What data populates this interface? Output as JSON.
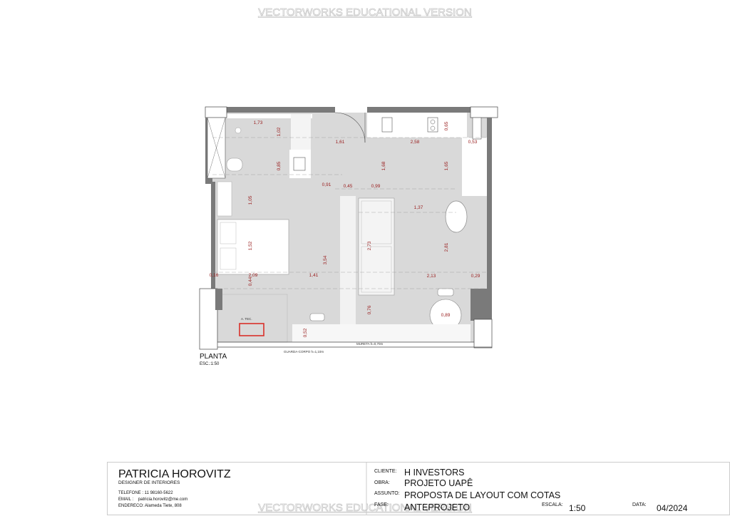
{
  "watermark": "VECTORWORKS EDUCATIONAL VERSION",
  "drawing": {
    "title": "PLANTA",
    "scale_note": "ESC.:1:50",
    "room_label": "A. TEC.",
    "mureta_note": "MURETA h=0,70m",
    "guarda_corpo_note": "GUARDA-CORPO h=1,10m",
    "dimensions": [
      "1,73",
      "1,02",
      "1,61",
      "2,58",
      "0,53",
      "0,65",
      "0,85",
      "1,68",
      "1,65",
      "0,91",
      "0,45",
      "0,99",
      "1,05",
      "1,37",
      "1,52",
      "3,54",
      "2,73",
      "2,81",
      "0,16",
      "2,09",
      "0,44",
      "1,41",
      "2,13",
      "0,29",
      "0,76",
      "0,89",
      "0,52"
    ],
    "colors": {
      "floor": "#d9d9d9",
      "wall": "#7a7a7a",
      "dimension": "#9a2020",
      "equipment": "#d9302a"
    }
  },
  "title_block": {
    "designer_name": "PATRICIA HOROVITZ",
    "designer_role": "DESIGNER DE INTERIORES",
    "phone": "TELEFONE : 11 98160-5622",
    "email": "EMAIL :    patricia.horovitz@me.com",
    "address": "ENDERECO: Alameda Tiete, 808",
    "cliente_label": "CLIENTE:",
    "cliente": "H INVESTORS",
    "obra_label": "OBRA:",
    "obra": "PROJETO UAPÊ",
    "assunto_label": "ASSUNTO:",
    "assunto": "PROPOSTA DE LAYOUT COM COTAS",
    "fase_label": "FASE:",
    "fase": "ANTEPROJETO",
    "escala_label": "ESCALA:",
    "escala": "1:50",
    "data_label": "DATA:",
    "data": "04/2024"
  }
}
